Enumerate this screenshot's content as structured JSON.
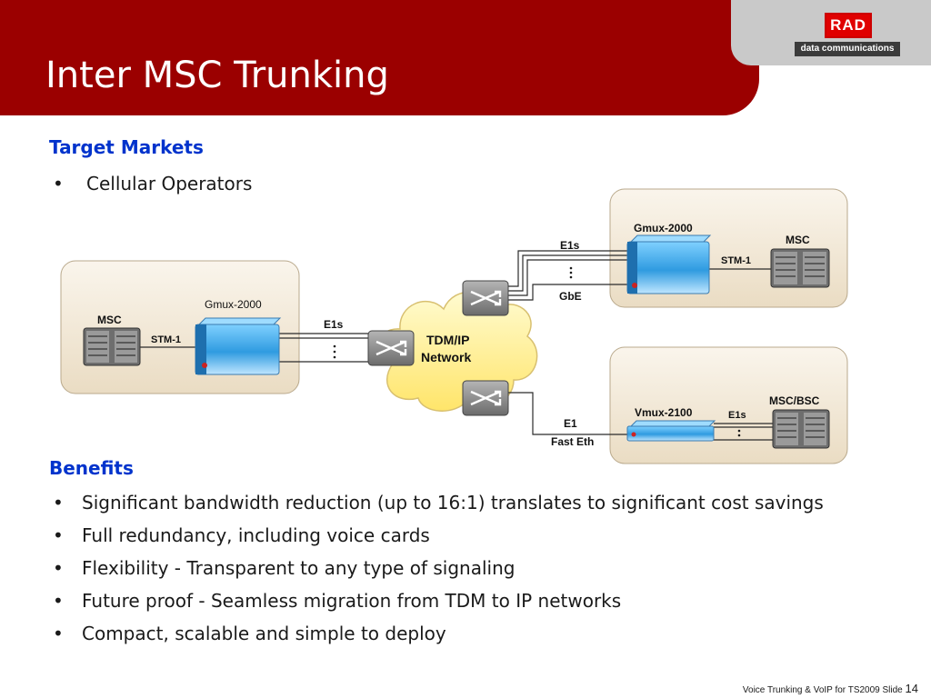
{
  "slide": {
    "title": "Inter MSC Trunking",
    "logo": {
      "brand": "RAD",
      "tagline": "data communications"
    }
  },
  "target_markets": {
    "heading": "Target Markets",
    "items": [
      "Cellular Operators"
    ]
  },
  "diagram": {
    "left_site": {
      "msc_label": "MSC",
      "gmux_label": "Gmux-2000",
      "link_label": "STM-1"
    },
    "left_trunk_label": "E1s",
    "network_label_line1": "TDM/IP",
    "network_label_line2": "Network",
    "top_trunk_labels": {
      "upper": "E1s",
      "lower": "GbE"
    },
    "top_right_site": {
      "gmux_label": "Gmux-2000",
      "msc_label": "MSC",
      "link_label": "STM-1"
    },
    "bottom_trunk_labels": {
      "upper": "E1",
      "lower": "Fast Eth"
    },
    "bottom_right_site": {
      "vmux_label": "Vmux-2100",
      "msc_label": "MSC/BSC",
      "link_label": "E1s"
    },
    "colors": {
      "panel": "#f2e8d7",
      "device": "#2f9be0",
      "cloud": "#fff3a6",
      "router": "#8a8a8a"
    }
  },
  "benefits": {
    "heading": "Benefits",
    "items": [
      "Significant bandwidth reduction (up to 16:1) translates to significant cost savings",
      "Full redundancy, including voice cards",
      "Flexibility - Transparent to any type of signaling",
      "Future proof - Seamless migration from TDM to IP networks",
      "Compact, scalable and simple to deploy"
    ]
  },
  "footer": {
    "text": "Voice Trunking & VoIP for TS2009  Slide",
    "slide_number": "14"
  }
}
